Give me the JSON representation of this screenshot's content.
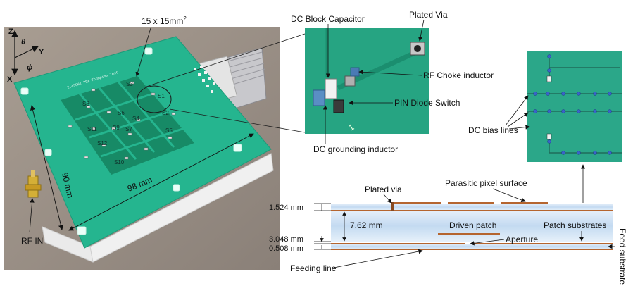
{
  "photo": {
    "axes": {
      "z": "Z",
      "theta": "θ",
      "y": "Y",
      "phi": "ϕ",
      "x": "X"
    },
    "board_silkscreen": "2.45GHz PRA Thompson Test",
    "pixel_size_label": "15 x 15mm",
    "pixel_size_sup": "2",
    "width_label": "98 mm",
    "height_label": "90 mm",
    "port_label": "RF IN",
    "switches": [
      "S1",
      "S2",
      "S3",
      "S4",
      "S5",
      "S6",
      "S7",
      "S8",
      "S9",
      "S10",
      "S11",
      "S12"
    ]
  },
  "zoom": {
    "dc_block_capacitor": "DC Block Capacitor",
    "plated_via": "Plated Via",
    "rf_choke_inductor": "RF Choke inductor",
    "pin_diode_switch": "PIN Diode Switch",
    "dc_grounding_inductor": "DC grounding inductor"
  },
  "back_view": {
    "dc_bias_lines": "DC bias lines"
  },
  "cross_section": {
    "plated_via": "Plated via",
    "parasitic_pixel_surface": "Parasitic pixel surface",
    "thickness_top": "1.524 mm",
    "thickness_total": "7.62 mm",
    "driven_patch": "Driven patch",
    "patch_substrates": "Patch substrates",
    "thickness_mid": "3.048 mm",
    "aperture": "Aperture",
    "thickness_bottom": "0.508 mm",
    "feeding_line": "Feeding line",
    "feed_substrate": "Feed substrate"
  },
  "colors": {
    "pcb": "#25b58f",
    "pixel": "#178a66",
    "copper": "#b5652f",
    "substrate": "#cfe3f6",
    "background_photo": "#9a8f85"
  }
}
